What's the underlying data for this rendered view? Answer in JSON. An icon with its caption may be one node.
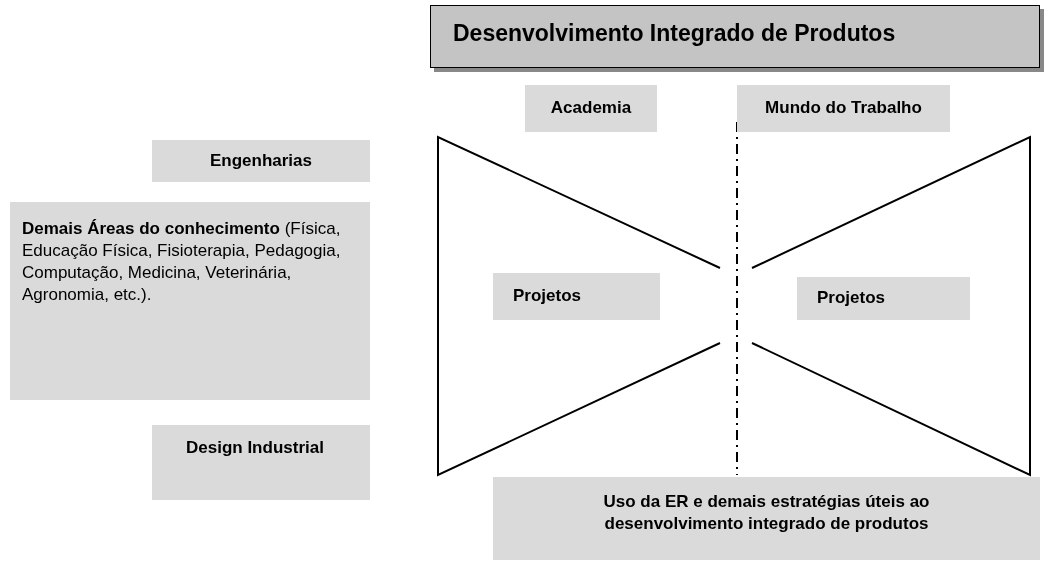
{
  "diagram": {
    "nodes": [
      {
        "text": [
          "Desenvolvimento Integrado de Produtos"
        ]
      },
      {
        "text": [
          "Academia"
        ]
      },
      {
        "text": [
          "Mundo do Trabalho"
        ]
      },
      {
        "text": [
          "Engenharias"
        ]
      },
      {
        "text": [
          "**Demais Áreas do conhecimento** (Física, Educação Física, Fisioterapia, Pedagogia, Computação, Medicina, Veterinária, Agronomia, etc.)."
        ]
      },
      {
        "text": [
          "Design Industrial"
        ]
      },
      {
        "text": [
          "Projetos"
        ]
      },
      {
        "text": [
          "Projetos"
        ]
      },
      {
        "text": [
          "Uso da ER e demais estratégias úteis ao desenvolvimento integrado de produtos"
        ]
      }
    ]
  }
}
